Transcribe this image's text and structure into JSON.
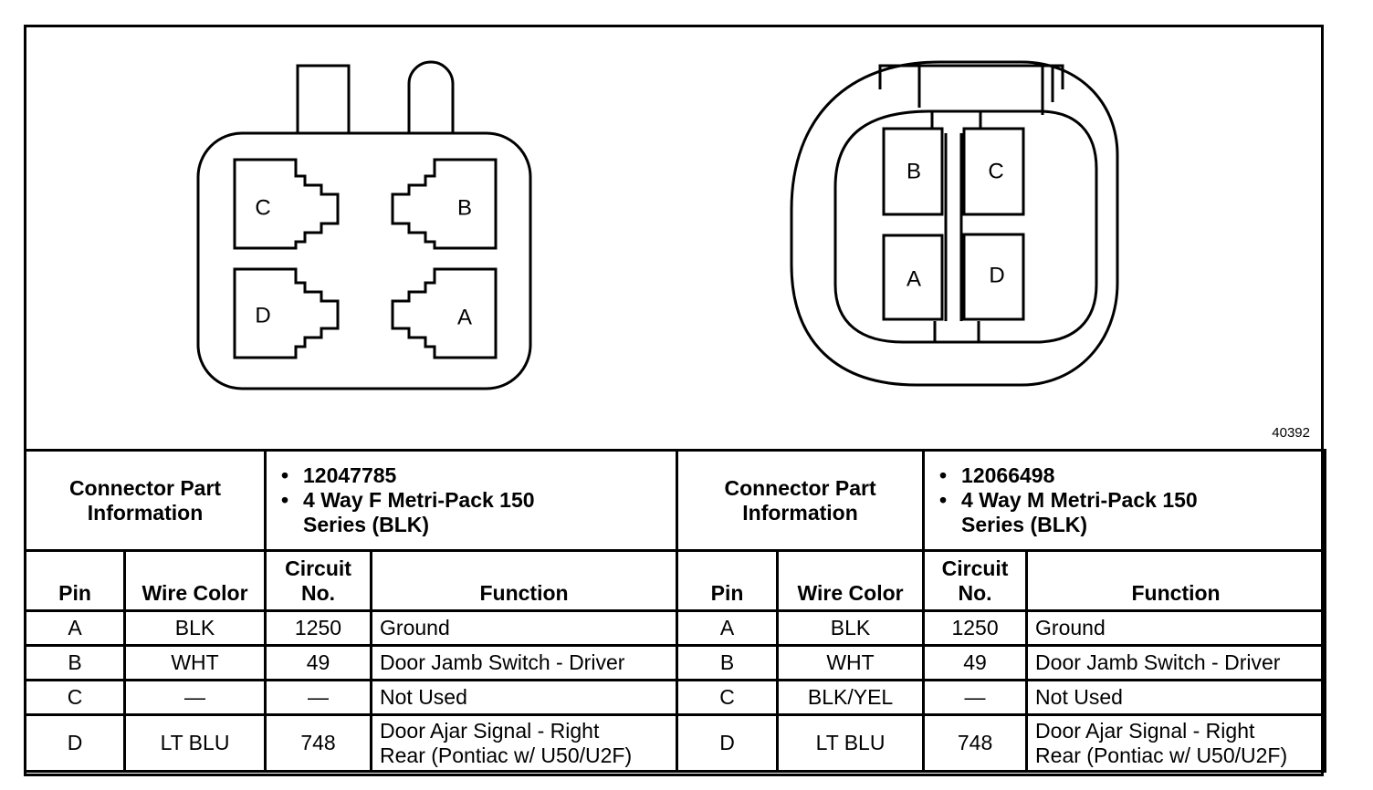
{
  "figure_id": "40392",
  "left_connector": {
    "pins": {
      "a": "A",
      "b": "B",
      "c": "C",
      "d": "D"
    },
    "info_label": "Connector Part Information",
    "part_number": "12047785",
    "description_line1": "4 Way F Metri-Pack 150",
    "description_line2": "Series (BLK)"
  },
  "right_connector": {
    "pins": {
      "a": "A",
      "b": "B",
      "c": "C",
      "d": "D"
    },
    "info_label": "Connector Part Information",
    "part_number": "12066498",
    "description_line1": "4 Way M Metri-Pack 150",
    "description_line2": "Series (BLK)"
  },
  "columns": {
    "pin": "Pin",
    "wire_color": "Wire Color",
    "circuit_line1": "Circuit",
    "circuit_line2": "No.",
    "function": "Function"
  },
  "left_rows": [
    {
      "pin": "A",
      "wire": "BLK",
      "circuit": "1250",
      "function1": "Ground",
      "function2": ""
    },
    {
      "pin": "B",
      "wire": "WHT",
      "circuit": "49",
      "function1": "Door Jamb Switch - Driver",
      "function2": ""
    },
    {
      "pin": "C",
      "wire": "—",
      "circuit": "—",
      "function1": "Not Used",
      "function2": ""
    },
    {
      "pin": "D",
      "wire": "LT BLU",
      "circuit": "748",
      "function1": "Door Ajar Signal - Right",
      "function2": "Rear (Pontiac w/ U50/U2F)"
    }
  ],
  "right_rows": [
    {
      "pin": "A",
      "wire": "BLK",
      "circuit": "1250",
      "function1": "Ground",
      "function2": ""
    },
    {
      "pin": "B",
      "wire": "WHT",
      "circuit": "49",
      "function1": "Door Jamb Switch - Driver",
      "function2": ""
    },
    {
      "pin": "C",
      "wire": "BLK/YEL",
      "circuit": "—",
      "function1": "Not Used",
      "function2": ""
    },
    {
      "pin": "D",
      "wire": "LT BLU",
      "circuit": "748",
      "function1": "Door Ajar Signal - Right",
      "function2": "Rear (Pontiac w/ U50/U2F)"
    }
  ]
}
